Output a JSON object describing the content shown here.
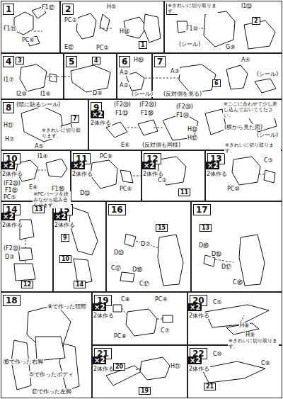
{
  "diagram": {
    "nodes": [
      {
        "text": [
          "1"
        ]
      },
      {
        "text": [
          "2"
        ]
      },
      {
        "text": [
          "3"
        ]
      },
      {
        "text": [
          "4"
        ]
      },
      {
        "text": [
          "5"
        ]
      },
      {
        "text": [
          "6"
        ]
      },
      {
        "text": [
          "7"
        ]
      },
      {
        "text": [
          "8"
        ]
      },
      {
        "text": [
          "9"
        ]
      },
      {
        "text": [
          "10"
        ]
      },
      {
        "text": [
          "11"
        ]
      },
      {
        "text": [
          "12"
        ]
      },
      {
        "text": [
          "13"
        ]
      },
      {
        "text": [
          "14"
        ]
      },
      {
        "text": [
          "15"
        ]
      },
      {
        "text": [
          "16"
        ]
      },
      {
        "text": [
          "17"
        ]
      },
      {
        "text": [
          "18"
        ]
      },
      {
        "text": [
          "19"
        ]
      },
      {
        "text": [
          "20"
        ]
      },
      {
        "text": [
          "21"
        ]
      },
      {
        "text": [
          "22"
        ]
      }
    ],
    "labels": [
      "F1⑫",
      "F1⑪",
      "PC⑥",
      "H⑤",
      "PC②",
      "E⑫",
      "PC②",
      "H⑭",
      "1",
      "※きれいに切り取ります。",
      "I1⑬",
      "2",
      "F1⑩",
      "(シール)",
      "G⑨",
      "3",
      "I1⑦",
      "I2⑩",
      "I1⑥",
      "4",
      "D⑨",
      "H⑲",
      "A②",
      "A②",
      "(シール)",
      "A④",
      "A③",
      "6",
      "(シール)",
      "(反対側を見る)",
      "(頭に貼るシール)",
      "7",
      "H⑪",
      "H⑦",
      "A⑤",
      "※きれいに切り取ります。",
      "×2",
      "2体作る",
      "(F2⑳)",
      "F1⑬",
      "(F2⑳)",
      "F1⑱",
      "E⑥",
      "(反対側も同様)",
      "(F2⑳)",
      "F1⑭",
      "H⑬",
      "H⑫",
      "※ここに合わせて少し差し込んでおいてください。",
      "(横から見た図)",
      "(シール)",
      "※きれいに切り取ります。",
      "×2",
      "2体作る",
      "I1④",
      "(F2⑳)",
      "F1⑮",
      "F1⑯",
      "E④",
      "PC⑤",
      "※PCパーツを挟みながら組み合わせます。",
      "×2",
      "2体作る",
      "PC⑨",
      "PC⑥",
      "D⑬",
      "×2",
      "2体作る",
      "C②",
      "11",
      "×2",
      "2体作る",
      "C③",
      "PC⑩",
      "×2",
      "2体作る",
      "13",
      "(F2⑳)",
      "D③",
      "12",
      "×2",
      "2体作る",
      "9",
      "10",
      "14",
      "15",
      "D⑦",
      "D⑬",
      "C⑰",
      "D⑯",
      "C⑰",
      "13",
      "D⑯",
      "D⑲",
      "D⑰",
      "C⑯",
      "⑧で作った頭部",
      "⑯で作った右脚",
      "⑤で作ったボディ",
      "⑰で作った左脚",
      "×2",
      "2体作る",
      "C⑧",
      "PC④",
      "PC⑧",
      "C⑦",
      "×2",
      "2体作る",
      "C⑤",
      "H⑧",
      "H⑨",
      "※きれいに切り取ります。",
      "×2",
      "2体作る",
      "20",
      "19",
      "H⑪",
      "×2",
      "2体作る",
      "C⑩",
      "C⑨",
      "21"
    ]
  }
}
